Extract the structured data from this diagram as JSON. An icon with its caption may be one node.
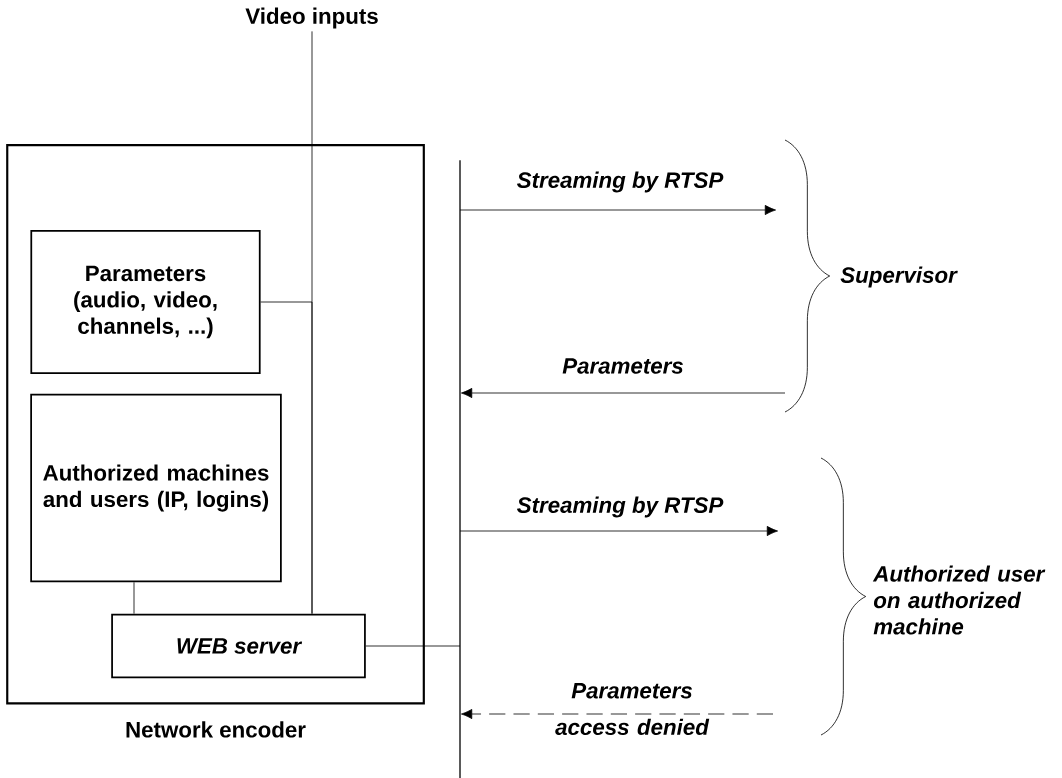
{
  "diagram": {
    "nodes": [
      {
        "text": [
          "Network encoder"
        ]
      },
      {
        "text": [
          "Parameters (audio, video, channels, ...)"
        ],
        "in": 0
      },
      {
        "text": [
          "Authorized machines and users (IP, logins)"
        ],
        "in": 0
      },
      {
        "text": [
          "WEB server"
        ],
        "in": 0
      },
      {
        "text": [
          "Video inputs"
        ]
      },
      {
        "text": [],
        "shape": "line"
      },
      {
        "text": [
          "Supervisor"
        ]
      },
      {
        "text": [
          "Authorized user on authorized machine"
        ]
      }
    ],
    "edges": [
      {
        "from": 4,
        "to": 3,
        "arrow": "none"
      },
      {
        "from": 1,
        "to": 3,
        "arrow": "none"
      },
      {
        "from": 2,
        "to": 3,
        "arrow": "none"
      },
      {
        "from": 3,
        "to": 5,
        "arrow": "none"
      },
      {
        "from": 5,
        "to": 6,
        "arrow": "to",
        "label": "Streaming by RTSP"
      },
      {
        "from": 6,
        "to": 5,
        "arrow": "to",
        "label": "Parameters"
      },
      {
        "from": 5,
        "to": 7,
        "arrow": "to",
        "label": "Streaming by RTSP"
      },
      {
        "from": 7,
        "to": 5,
        "arrow": "to",
        "label": "Parameters access denied",
        "style": "dashed"
      }
    ]
  }
}
